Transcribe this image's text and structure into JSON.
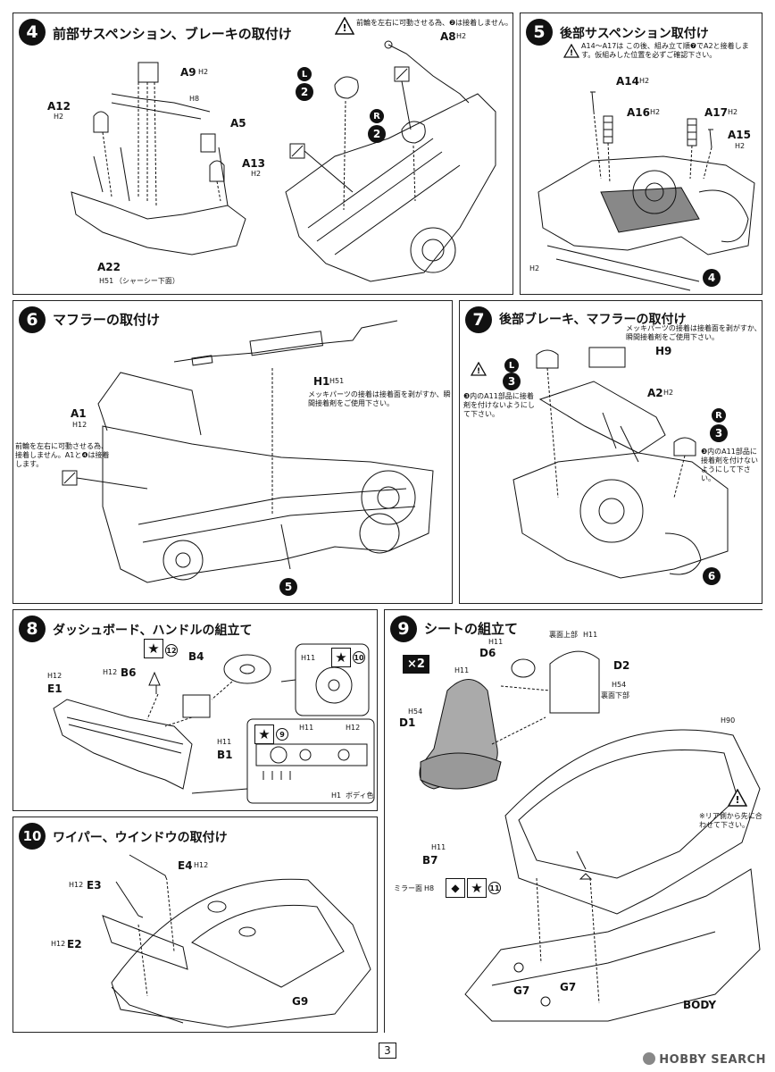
{
  "step4": {
    "num": "4",
    "title": "前部サスペンション、ブレーキの取付け",
    "warning": "前輪を左右に可動させる為、❷は接着しません。",
    "labels": {
      "a9": "A9",
      "a5": "A5",
      "a12": "A12",
      "a13": "A13",
      "a22": "A22",
      "a8": "A8",
      "l": "L",
      "r": "R",
      "two": "2"
    },
    "paints": {
      "h2": "H2",
      "h8": "H8",
      "h51": "H51",
      "h51_note": "（シャーシー下面）"
    }
  },
  "step5": {
    "num": "5",
    "title": "後部サスペンション取付け",
    "note": "A14〜A17は この後、組み立て順❼でA2と接着します。仮組みした位置を必ずご確認下さい。",
    "labels": {
      "a14": "A14",
      "a16": "A16",
      "a17": "A17",
      "a15": "A15",
      "ref": "4"
    },
    "paints": {
      "h2": "H2"
    }
  },
  "step6": {
    "num": "6",
    "title": "マフラーの取付け",
    "labels": {
      "h1": "H1",
      "a1": "A1",
      "ref": "5"
    },
    "paints": {
      "h51": "H51",
      "h12": "H12"
    },
    "note_plating": "メッキパーツの接着は接着面を剥がすか、瞬間接着剤をご使用下さい。",
    "note_front": "前輪を左右に可動させる為、接着しません。A1と❹は接着します。"
  },
  "step7": {
    "num": "7",
    "title": "後部ブレーキ、マフラーの取付け",
    "note_plating": "メッキパーツの接着は接着面を剥がすか、瞬間接着剤をご使用下さい。",
    "labels": {
      "h9": "H9",
      "a2": "A2",
      "l": "L",
      "r": "R",
      "three": "3",
      "ref": "6"
    },
    "paints": {
      "h2": "H2"
    },
    "note_a11": "❸内のA11部品に接着剤を付けないようにして下さい。"
  },
  "step8": {
    "num": "8",
    "title": "ダッシュボード、ハンドルの組立て",
    "labels": {
      "b4": "B4",
      "b6": "B6",
      "e1": "E1",
      "b1": "B1"
    },
    "paints": {
      "h12": "H12",
      "h11": "H11",
      "h1": "H1",
      "body_color": "ボディ色"
    },
    "decals": {
      "d12": "12",
      "d10": "10",
      "d9": "9"
    }
  },
  "step9": {
    "num": "9",
    "title": "シートの組立て",
    "multiplier": "×2",
    "labels": {
      "d6": "D6",
      "d2": "D2",
      "d1": "D1",
      "b7": "B7",
      "g7a": "G7",
      "g7b": "G7",
      "body": "BODY"
    },
    "paints": {
      "h11": "H11",
      "h54": "H54",
      "h90": "H90",
      "h8": "H8"
    },
    "text": {
      "back_top": "裏面上部",
      "back_bottom": "裏面下部",
      "mirror": "ミラー面",
      "align": "※リア側から先に合わせて下さい。"
    },
    "decals": {
      "d11": "11"
    }
  },
  "step10": {
    "num": "10",
    "title": "ワイパー、ウインドウの取付け",
    "labels": {
      "e4": "E4",
      "e3": "E3",
      "e2": "E2",
      "g9": "G9"
    },
    "paints": {
      "h12": "H12"
    }
  },
  "page": "3",
  "watermark": "HOBBY SEARCH",
  "icons": [
    "warning-icon",
    "star-decal-icon",
    "mirror-arrow-icon"
  ]
}
